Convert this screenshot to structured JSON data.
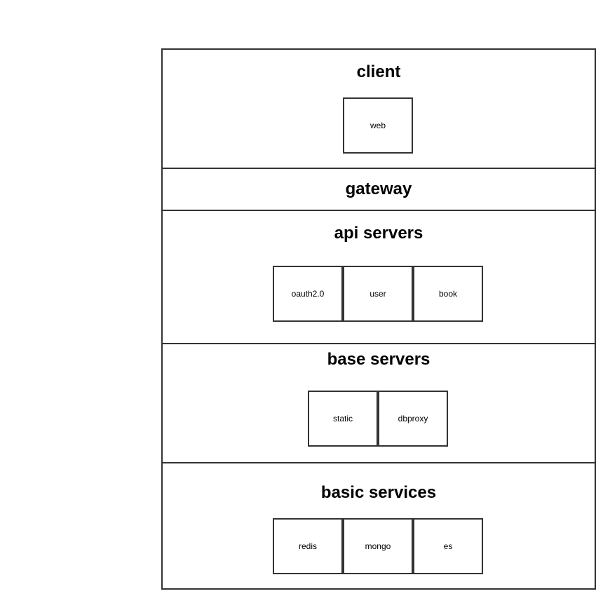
{
  "layers": {
    "client": {
      "title": "client",
      "nodes": [
        "web"
      ]
    },
    "gateway": {
      "title": "gateway"
    },
    "api": {
      "title": "api servers",
      "nodes": [
        "oauth2.0",
        "user",
        "book"
      ]
    },
    "base": {
      "title": "base servers",
      "nodes": [
        "static",
        "dbproxy"
      ]
    },
    "basic": {
      "title": "basic services",
      "nodes": [
        "redis",
        "mongo",
        "es"
      ]
    }
  },
  "colors": {
    "border": "#333333",
    "background": "#ffffff",
    "text": "#000000"
  }
}
